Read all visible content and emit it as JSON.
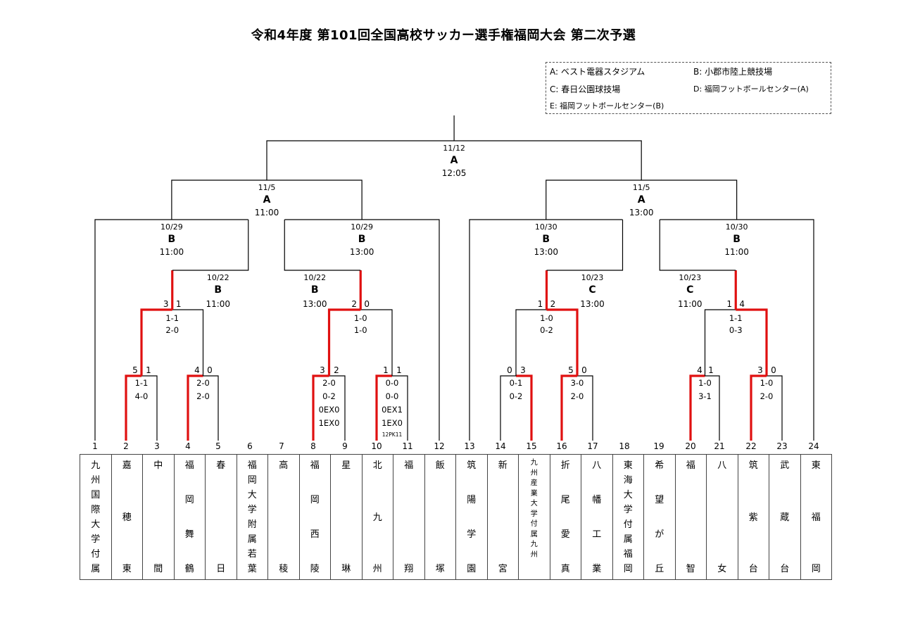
{
  "title": "令和4年度  第101回全国高校サッカー選手権福岡大会  第二次予選",
  "legend": [
    "A: ベスト電器スタジアム",
    "B: 小郡市陸上競技場",
    "C: 春日公園球技場",
    "D: 福岡フットボールセンター(A)",
    "E: 福岡フットボールセンター(B)"
  ],
  "teams": [
    {
      "num": "1",
      "name": "九州国際大学付属"
    },
    {
      "num": "2",
      "name": "嘉穂東"
    },
    {
      "num": "3",
      "name": "中間"
    },
    {
      "num": "4",
      "name": "福岡舞鶴"
    },
    {
      "num": "5",
      "name": "春日"
    },
    {
      "num": "6",
      "name": "福岡大学附属若葉"
    },
    {
      "num": "7",
      "name": "高稜"
    },
    {
      "num": "8",
      "name": "福岡西陵"
    },
    {
      "num": "9",
      "name": "星琳"
    },
    {
      "num": "10",
      "name": "北九州"
    },
    {
      "num": "11",
      "name": "福翔"
    },
    {
      "num": "12",
      "name": "飯塚"
    },
    {
      "num": "13",
      "name": "筑陽学園"
    },
    {
      "num": "14",
      "name": "新宮"
    },
    {
      "num": "15",
      "name": "九州産業大学付属九州"
    },
    {
      "num": "16",
      "name": "折尾愛真"
    },
    {
      "num": "17",
      "name": "八幡工業"
    },
    {
      "num": "18",
      "name": "東海大学付属福岡"
    },
    {
      "num": "19",
      "name": "希望が丘"
    },
    {
      "num": "20",
      "name": "福智"
    },
    {
      "num": "21",
      "name": "八女"
    },
    {
      "num": "22",
      "name": "筑紫台"
    },
    {
      "num": "23",
      "name": "武蔵台"
    },
    {
      "num": "24",
      "name": "東福岡"
    }
  ],
  "first_round": [
    {
      "left": "5",
      "right": "1",
      "scores": [
        "1-1",
        "4-0"
      ]
    },
    {
      "left": "4",
      "right": "0",
      "scores": [
        "2-0",
        "2-0"
      ]
    },
    {
      "left": "3",
      "right": "2",
      "scores": [
        "2-0",
        "0-2",
        "0EX0",
        "1EX0"
      ]
    },
    {
      "left": "1",
      "right": "1",
      "scores": [
        "0-0",
        "0-0",
        "0EX1",
        "1EX0"
      ],
      "note": "12PK11"
    },
    {
      "left": "0",
      "right": "3",
      "scores": [
        "0-1",
        "0-2"
      ]
    },
    {
      "left": "5",
      "right": "0",
      "scores": [
        "3-0",
        "2-0"
      ]
    },
    {
      "left": "4",
      "right": "1",
      "scores": [
        "1-0",
        "3-1"
      ]
    },
    {
      "left": "3",
      "right": "0",
      "scores": [
        "1-0",
        "2-0"
      ]
    }
  ],
  "second_round": [
    {
      "date": "10/22",
      "venue": "B",
      "time": "11:00",
      "left": "3",
      "right": "1",
      "scores": [
        "1-1",
        "2-0"
      ]
    },
    {
      "date": "10/22",
      "venue": "B",
      "time": "13:00",
      "left": "2",
      "right": "0",
      "scores": [
        "1-0",
        "1-0"
      ]
    },
    {
      "date": "10/23",
      "venue": "C",
      "time": "13:00",
      "left": "1",
      "right": "2",
      "scores": [
        "1-0",
        "0-2"
      ]
    },
    {
      "date": "10/23",
      "venue": "C",
      "time": "11:00",
      "left": "1",
      "right": "4",
      "scores": [
        "1-1",
        "0-3"
      ]
    }
  ],
  "third_round": [
    {
      "date": "10/29",
      "venue": "B",
      "time": "11:00"
    },
    {
      "date": "10/29",
      "venue": "B",
      "time": "13:00"
    },
    {
      "date": "10/30",
      "venue": "B",
      "time": "13:00"
    },
    {
      "date": "10/30",
      "venue": "B",
      "time": "11:00"
    }
  ],
  "semi_finals": [
    {
      "date": "11/5",
      "venue": "A",
      "time": "11:00"
    },
    {
      "date": "11/5",
      "venue": "A",
      "time": "13:00"
    }
  ],
  "final": {
    "date": "11/12",
    "venue": "A",
    "time": "12:05"
  },
  "colors": {
    "line": "#000000",
    "winner": "#e01010",
    "border": "#444444"
  }
}
